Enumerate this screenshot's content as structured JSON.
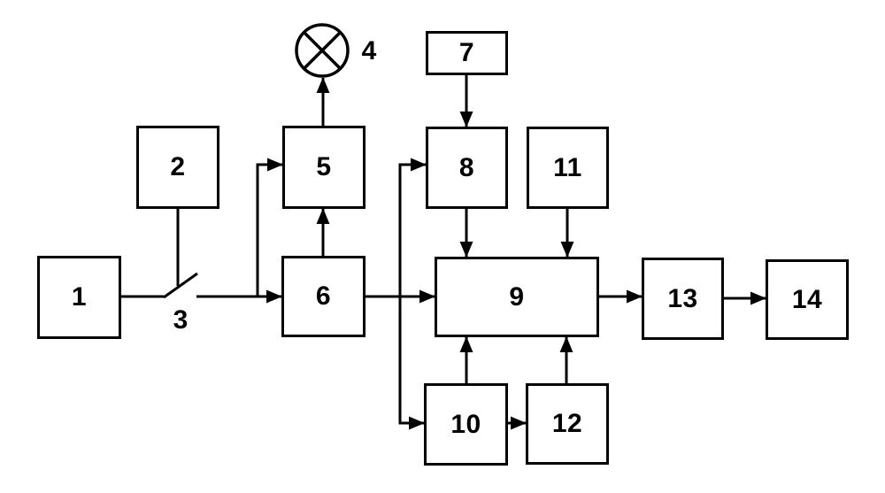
{
  "colors": {
    "line": "#000000",
    "background": "#ffffff",
    "text": "#000000"
  },
  "blocks": [
    {
      "label": "1"
    },
    {
      "label": "2"
    },
    {
      "label": "5"
    },
    {
      "label": "6"
    },
    {
      "label": "7"
    },
    {
      "label": "8"
    },
    {
      "label": "9"
    },
    {
      "label": "10"
    },
    {
      "label": "11"
    },
    {
      "label": "12"
    },
    {
      "label": "13"
    },
    {
      "label": "14"
    }
  ],
  "switch": {
    "label": "3"
  },
  "lamp": {
    "label": "4"
  },
  "edges": [
    [
      "1",
      "3"
    ],
    [
      "2",
      "3"
    ],
    [
      "3",
      "6"
    ],
    [
      "3",
      "5"
    ],
    [
      "6",
      "5"
    ],
    [
      "5",
      "4"
    ],
    [
      "6",
      "9"
    ],
    [
      "6",
      "8"
    ],
    [
      "6",
      "10"
    ],
    [
      "7",
      "8"
    ],
    [
      "8",
      "9"
    ],
    [
      "11",
      "9"
    ],
    [
      "10",
      "9"
    ],
    [
      "12",
      "9"
    ],
    [
      "10",
      "12"
    ],
    [
      "9",
      "13"
    ],
    [
      "13",
      "14"
    ]
  ]
}
